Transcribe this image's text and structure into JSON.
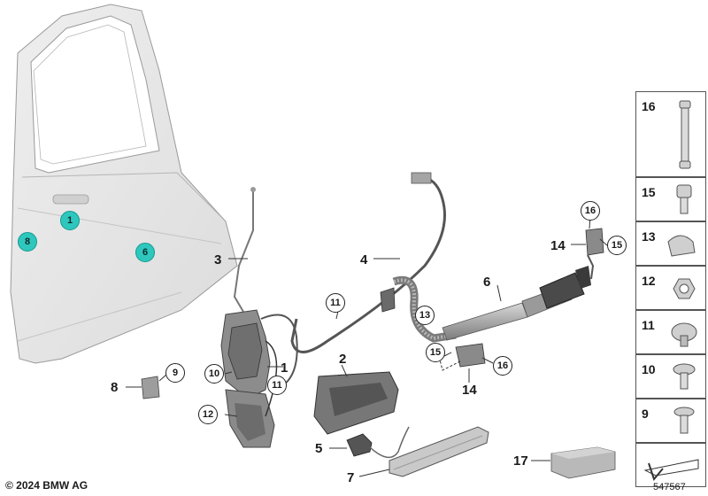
{
  "callouts": {
    "n1": "1",
    "n2": "2",
    "n3": "3",
    "n4": "4",
    "n5": "5",
    "n6": "6",
    "n7": "7",
    "n8": "8",
    "n14a": "14",
    "n14b": "14",
    "n17": "17"
  },
  "circled": {
    "c9": "9",
    "c10": "10",
    "c11a": "11",
    "c11b": "11",
    "c12": "12",
    "c13": "13",
    "c15a": "15",
    "c15b": "15",
    "c16a": "16",
    "c16b": "16"
  },
  "highlighted": {
    "h1": "1",
    "h6": "6",
    "h8": "8"
  },
  "side_panel": [
    "16",
    "15",
    "13",
    "12",
    "11",
    "10",
    "9"
  ],
  "footer": {
    "copyright": "© 2024 BMW AG",
    "diagram_number": "547567"
  },
  "colors": {
    "highlight": "#2ec7bd",
    "panel_bg": "#e4e4e4",
    "outline": "#333333"
  }
}
